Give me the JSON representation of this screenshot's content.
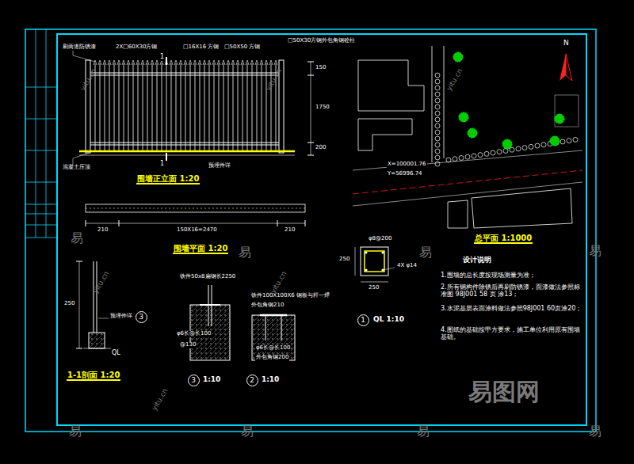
{
  "diagram": {
    "nodes": [
      {
        "text": [
          "3"
        ]
      },
      {
        "text": [
          "3"
        ]
      },
      {
        "text": [
          "2"
        ]
      },
      {
        "text": [
          "1"
        ]
      }
    ],
    "labels": [
      "刷两道防锈漆",
      "2X□60X30方钢",
      "□16X16 方钢",
      "□50X50 方钢",
      "□50X30方钢外包角钢砼柱",
      "1",
      "1",
      "混凝土压顶",
      "预埋件详",
      "围墙正立面 1:20",
      "150",
      "1750",
      "200",
      "210",
      "150X16=2470",
      "210",
      "围墙平面 1:20",
      "250",
      "预埋件详",
      "QL",
      "1-1剖面 1:20",
      "铁件50x8扁钢长2250",
      "φ6长@长100",
      "@130",
      "1:10",
      "铁件100X100X6 钢板与杆一焊",
      "外包角钢210",
      "φ6长@长100",
      "外包角钢200",
      "1:10",
      "φ8@200",
      "250",
      "250",
      "4X φ14",
      "QL 1:10",
      "X=100001.76",
      "Y=56996.74",
      "N",
      "总平面 1:1000",
      "设计说明",
      "1.围墙的总长度按现场测量为准；",
      "2.所有钢构件除锈后再刷防锈漆，面漆做法参照标准图 98J001 58 页 涂13；",
      "3.水泥基层表面涂料做法参照98J001 60页涂20；",
      "4.图纸的基础按甲方要求，施工单位利用原有围墙基础。",
      "易图网",
      "易",
      "易",
      "易",
      "易",
      "易",
      "易",
      "易",
      "易",
      "yitu.cn",
      "yitu.cn",
      "yitu.cn",
      "yitu.cn",
      "yitu.cn",
      "yitu.cn"
    ]
  }
}
